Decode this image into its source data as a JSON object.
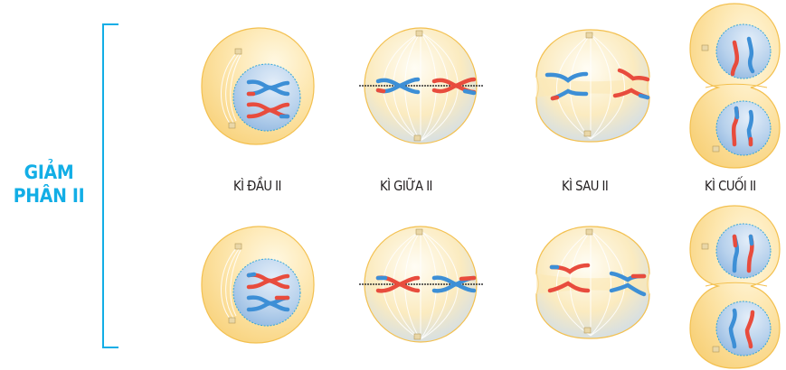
{
  "title": {
    "line1": "GIẢM",
    "line2": "PHÂN II"
  },
  "stages": [
    {
      "id": "prophase-ii",
      "label": "KÌ ĐẦU II"
    },
    {
      "id": "metaphase-ii",
      "label": "KÌ GIỮA II"
    },
    {
      "id": "anaphase-ii",
      "label": "KÌ SAU II"
    },
    {
      "id": "telophase-ii",
      "label": "KÌ CUỐI II"
    }
  ],
  "colors": {
    "accent": "#12aee6",
    "cytoplasm": "#fbe3a3",
    "cell_border": "#f3c04f",
    "nucleus": "#b9d4ee",
    "chromosome_red": "#e84c3d",
    "chromosome_blue": "#3d8fd6",
    "text": "#231f20"
  },
  "rows": [
    {
      "name": "top-row"
    },
    {
      "name": "bottom-row"
    }
  ]
}
